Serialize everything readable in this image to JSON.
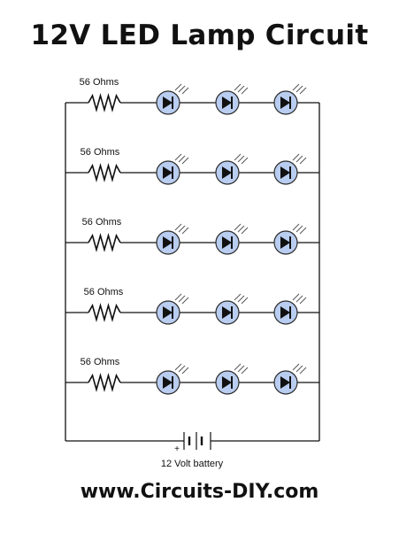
{
  "title": "12V LED Lamp Circuit",
  "footer": "www.Circuits-DIY.com",
  "circuit": {
    "branches": [
      {
        "resistor_label": "56 Ohms",
        "led_count": 3
      },
      {
        "resistor_label": "56 Ohms",
        "led_count": 3
      },
      {
        "resistor_label": "56 Ohms",
        "led_count": 3
      },
      {
        "resistor_label": "56 Ohms",
        "led_count": 3
      },
      {
        "resistor_label": "56 Ohms",
        "led_count": 3
      }
    ],
    "battery_label": "12 Volt battery",
    "battery_polarity": "+",
    "colors": {
      "wire": "#111111",
      "led_fill": "#b9cdf0",
      "led_stroke": "#2a2a2a"
    }
  }
}
